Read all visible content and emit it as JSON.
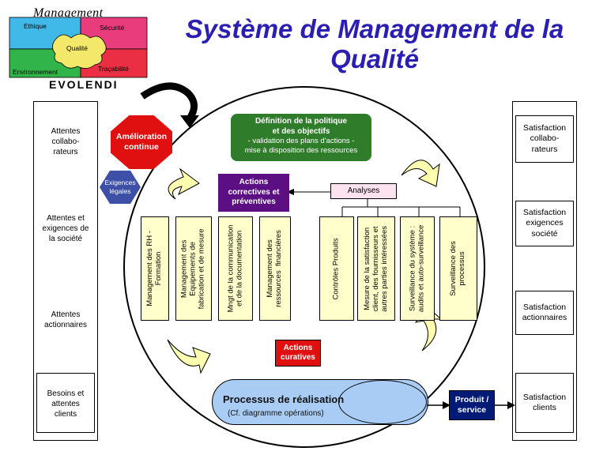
{
  "header": {
    "logo_script": "Management",
    "logo_brand": "EVOLENDI",
    "puzzle": [
      "Ethique",
      "Sécurité",
      "Qualité",
      "Environnement",
      "Traçabilité"
    ],
    "title_line1": "Système  de Management de la",
    "title_line2": "Qualité"
  },
  "left_panel": {
    "items": [
      "Attentes\ncollabo-\nrateurs",
      "Attentes et\nexigences de\nla société",
      "Attentes\nactionnaires",
      "Besoins et\nattentes\nclients"
    ]
  },
  "right_panel": {
    "items": [
      "Satisfaction\ncollabo-\nrateurs",
      "Satisfaction\nexigences\nsociété",
      "Satisfaction\nactionnaires",
      "Satisfaction\nclients"
    ]
  },
  "center": {
    "amelioration": "Amélioration\ncontinue",
    "exigences": "Exigences\nlégales",
    "politique_title": "Définition de la politique\net des objectifs",
    "politique_sub": "- validation des plans d'actions -\nmise à disposition des ressources",
    "actions_correctives": "Actions\ncorrectives et\npréventives",
    "analyses": "Analyses",
    "actions_curatives": "Actions\ncuratives",
    "processus_title": "Processus de réalisation",
    "processus_sub": "(Cf. diagramme opérations)",
    "produit": "Produit /\nservice"
  },
  "vertical_boxes": [
    "Management des RH -\nFormation",
    "Management des\nEquipements de\nfabrication et de mesure",
    "Mngt de la communication\net de la documentation",
    "Management des\nressources  financières",
    "Contrôles Produits",
    "Mesure de la satisfaction\nclient, des fournisseurs et\nautres parties intéressées",
    "Surveillance du système :\naudits et auto-surveillance",
    "Surveillance des\nprocessus"
  ],
  "colors": {
    "title": "#2a1fb0",
    "green": "#2f7d2a",
    "red": "#e01010",
    "purple": "#5b0f82",
    "vertical_fill": "#ffffcc",
    "oval": "#a9ccf5",
    "produit": "#001a75",
    "arrow": "#ffffb0"
  }
}
